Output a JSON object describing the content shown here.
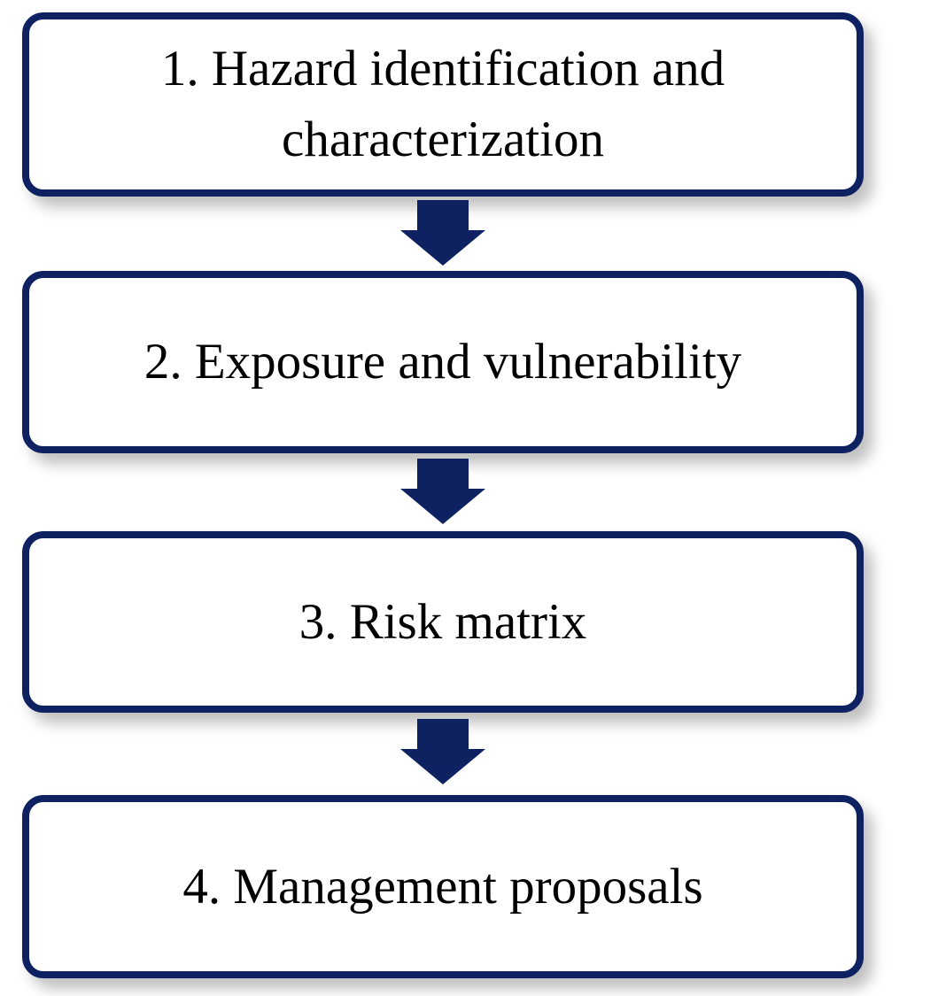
{
  "flowchart": {
    "steps": [
      {
        "label": "1. Hazard identification and characterization"
      },
      {
        "label": "2. Exposure and vulnerability"
      },
      {
        "label": "3. Risk matrix"
      },
      {
        "label": "4. Management proposals"
      }
    ],
    "colors": {
      "outline": "#0e2161",
      "arrow": "#0e2161",
      "box_fill": "#ffffff",
      "text": "#000000"
    }
  }
}
